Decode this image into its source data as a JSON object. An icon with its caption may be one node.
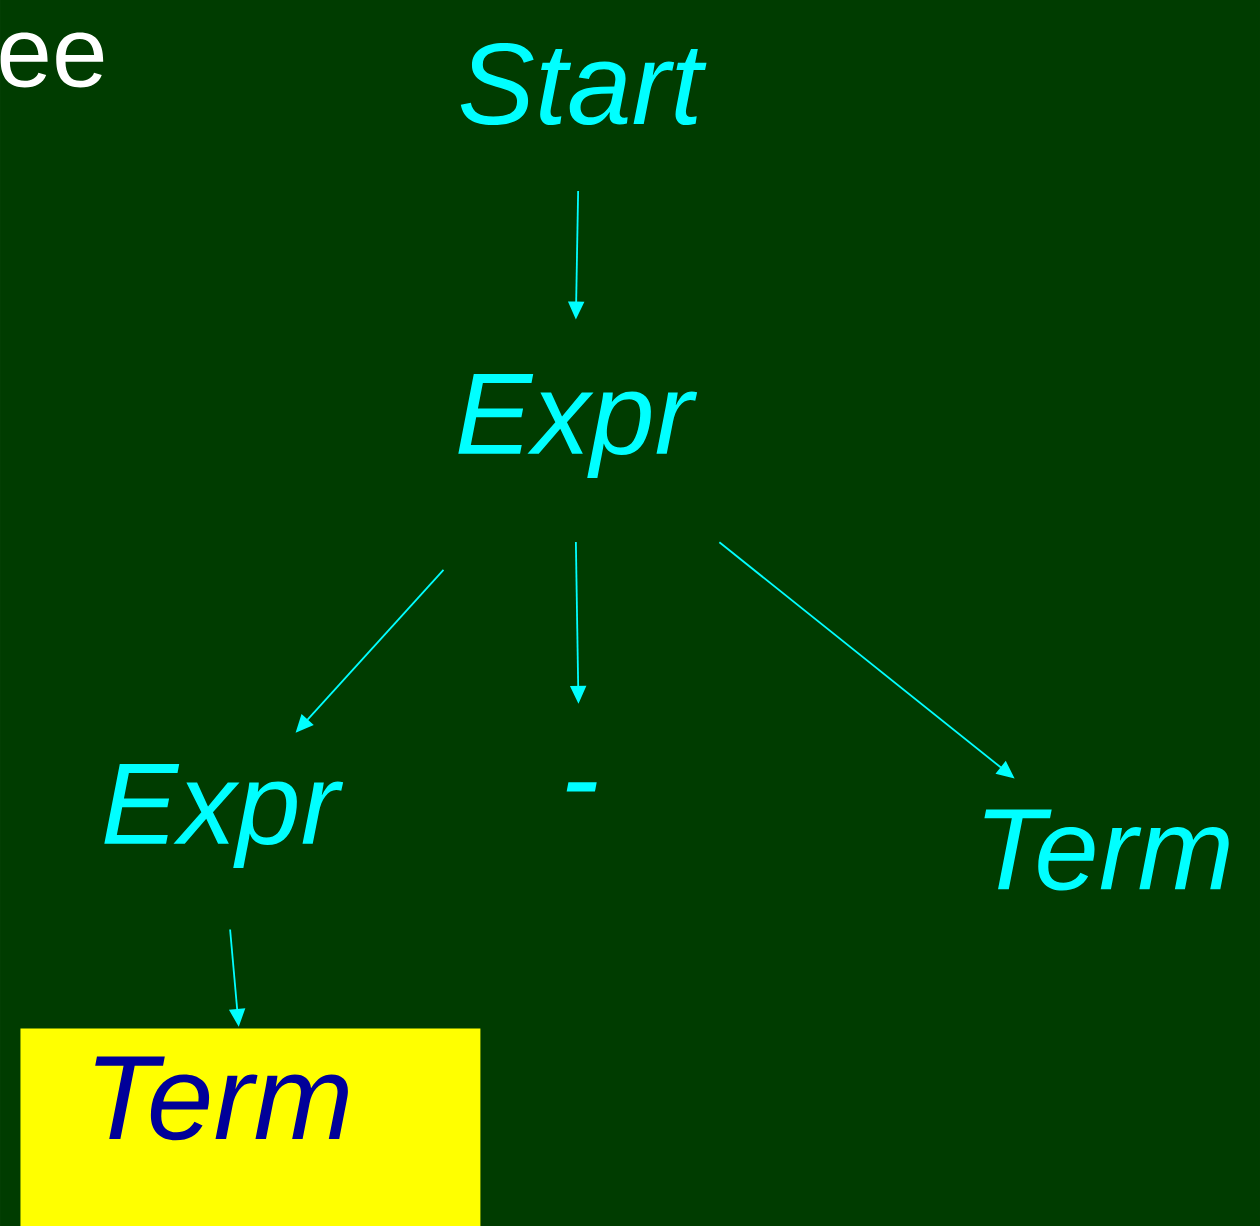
{
  "diagram": {
    "title": "ee",
    "nodes": [
      {
        "text": [
          "Start"
        ]
      },
      {
        "text": [
          "Expr"
        ]
      },
      {
        "text": [
          "Expr"
        ]
      },
      {
        "text": [
          "-"
        ]
      },
      {
        "text": [
          "Term"
        ]
      },
      {
        "text": [
          "Term"
        ]
      }
    ],
    "edges": [
      {
        "from": 0,
        "to": 1,
        "arrow": "to"
      },
      {
        "from": 1,
        "to": 2,
        "arrow": "to"
      },
      {
        "from": 1,
        "to": 3,
        "arrow": "to"
      },
      {
        "from": 1,
        "to": 4,
        "arrow": "to"
      },
      {
        "from": 2,
        "to": 5,
        "arrow": "to"
      }
    ]
  }
}
